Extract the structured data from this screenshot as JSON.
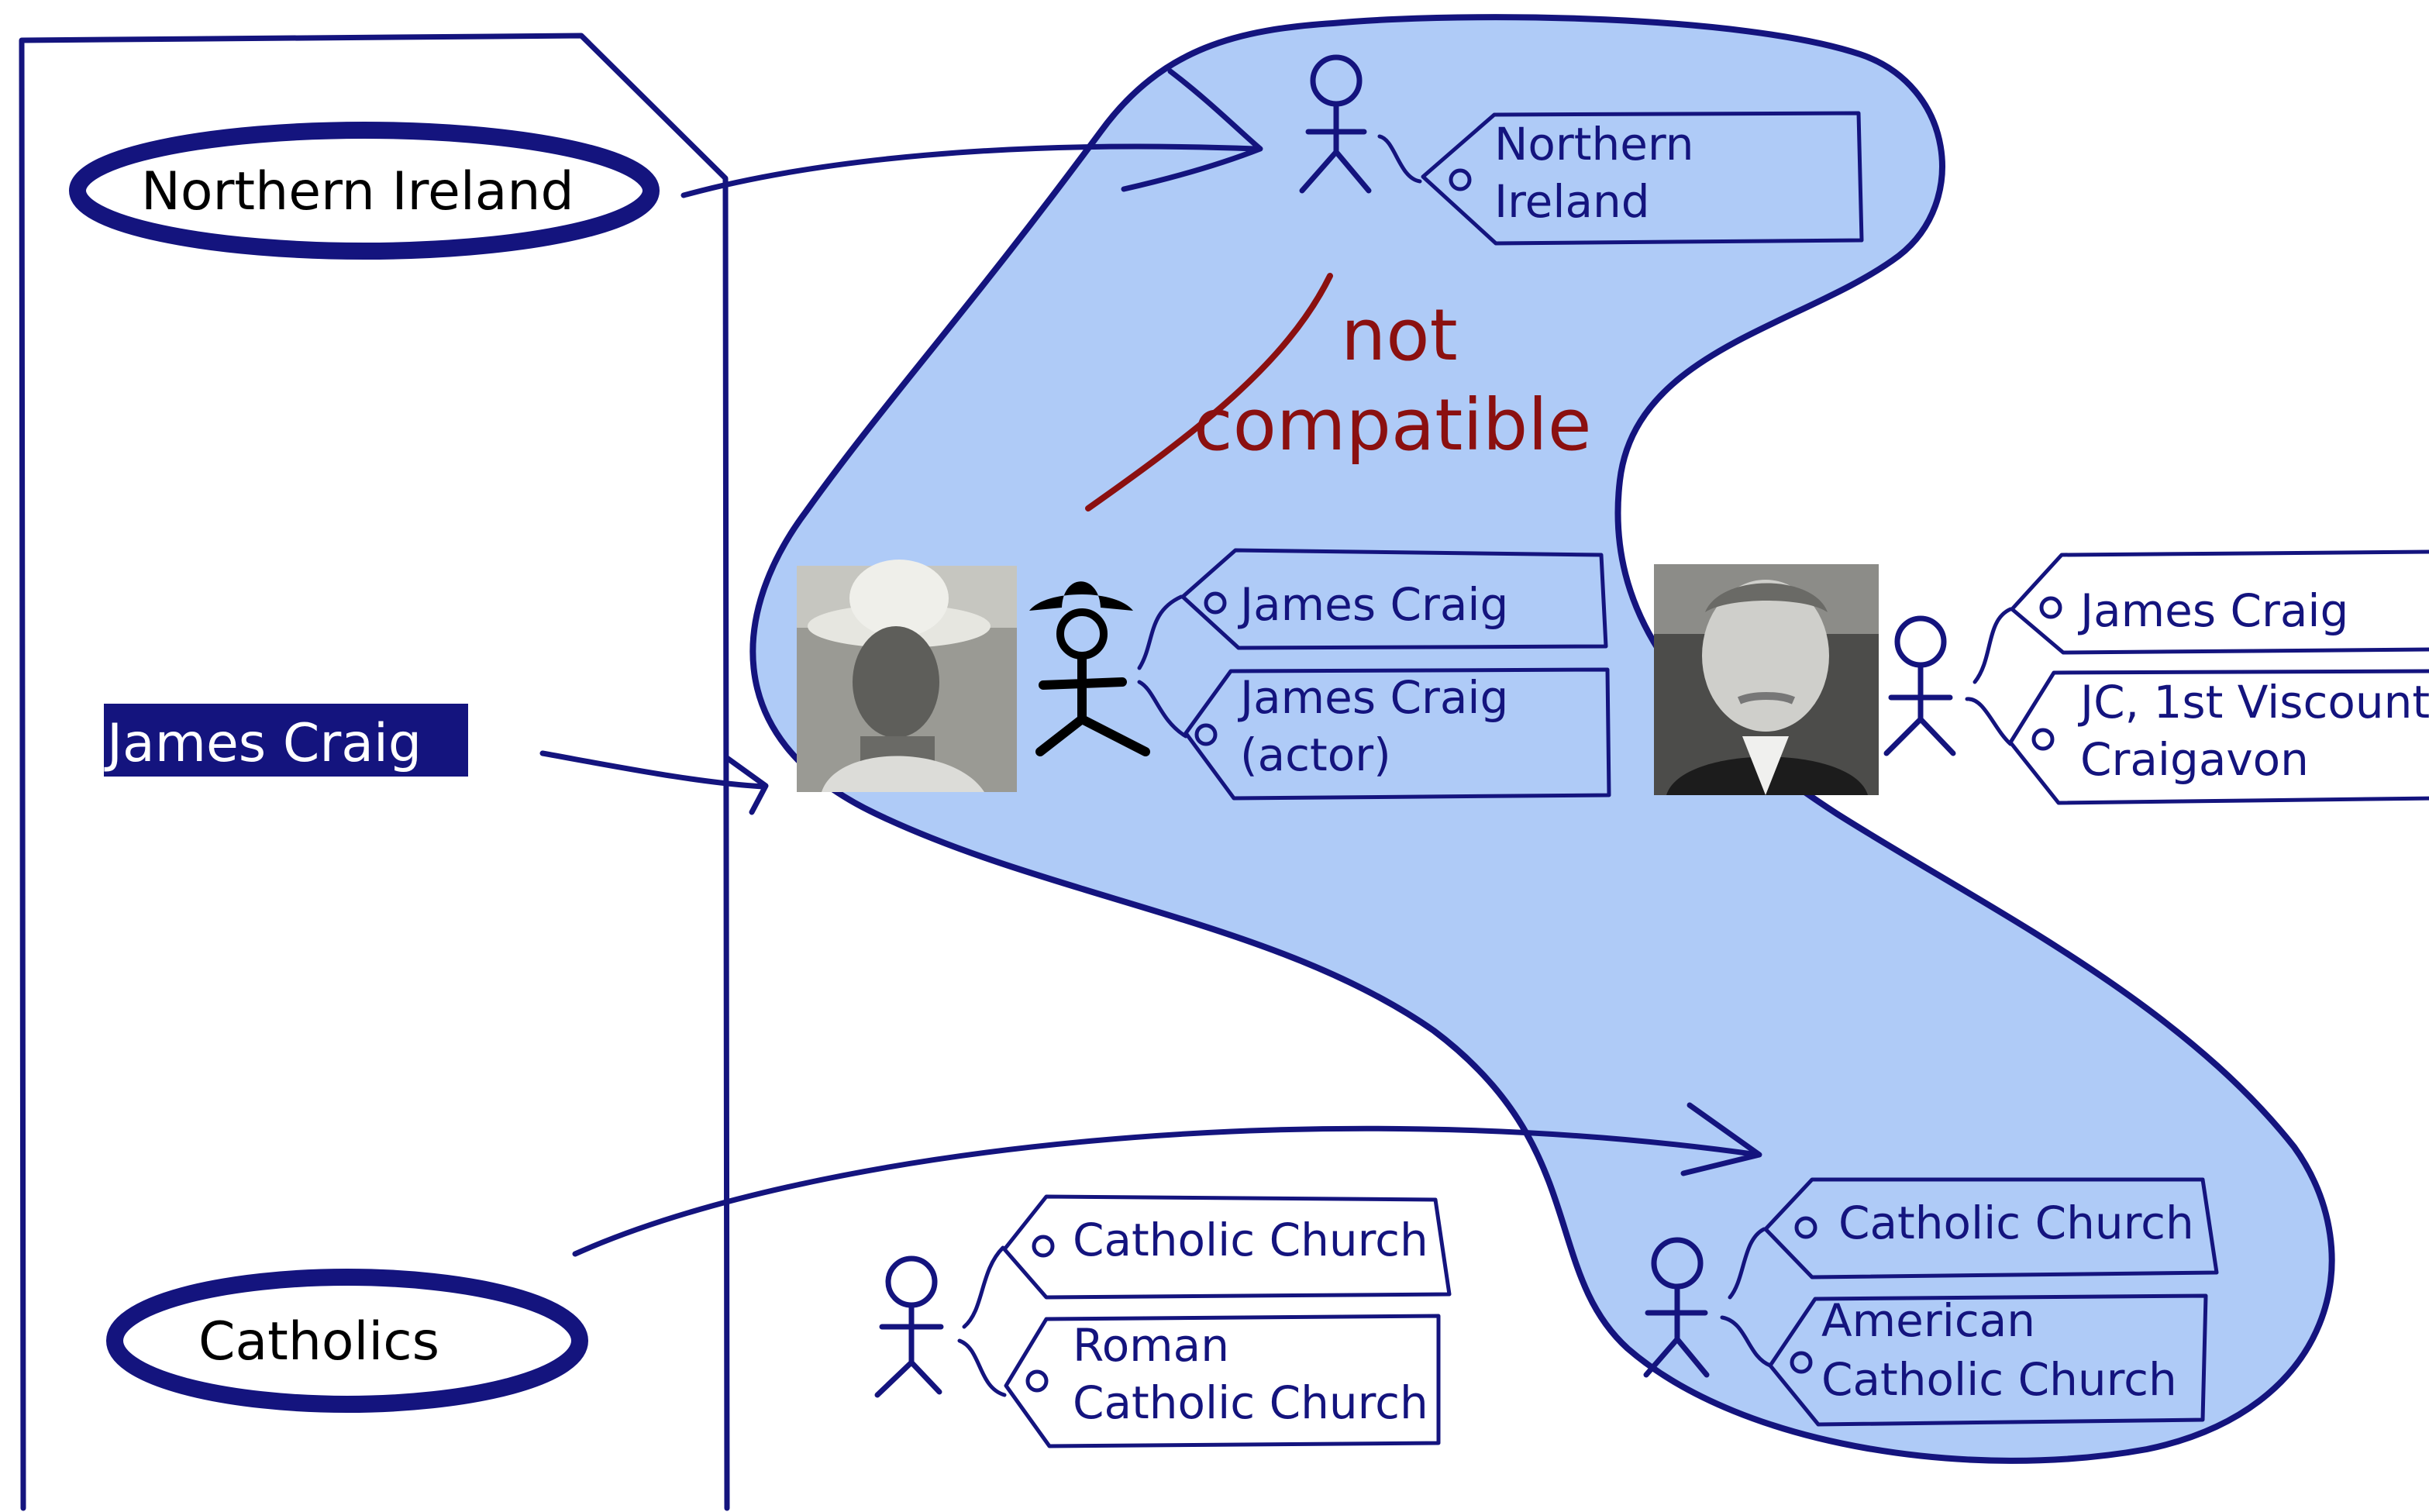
{
  "colors": {
    "ink": "#14147e",
    "blob_fill": "#afcbf7",
    "red": "#8b1010",
    "highlight_bg": "#14147e"
  },
  "document": {
    "mentions": [
      {
        "text": "Northern Ireland",
        "style": "ellipse"
      },
      {
        "text": "James Craig",
        "style": "highlight"
      },
      {
        "text": "Catholics",
        "style": "ellipse"
      }
    ]
  },
  "annotation": {
    "line1": "not",
    "line2": "compatible"
  },
  "entities": {
    "northern_ireland": {
      "tags": [
        [
          "Northern",
          "Ireland"
        ]
      ]
    },
    "james_craig_actor": {
      "photo": "actor-photo",
      "icon": "cowboy-stick-figure-icon",
      "tags": [
        [
          "James Craig"
        ],
        [
          "James Craig",
          "(actor)"
        ]
      ]
    },
    "james_craig_viscount": {
      "photo": "viscount-photo",
      "icon": "stick-figure-icon",
      "tags": [
        [
          "James Craig"
        ],
        [
          "JC, 1st Viscount",
          "Craigavon"
        ]
      ]
    },
    "catholic_church": {
      "tags": [
        [
          "Catholic Church"
        ],
        [
          "Roman",
          "Catholic Church"
        ]
      ]
    },
    "american_catholic_church": {
      "tags": [
        [
          "Catholic Church"
        ],
        [
          "American",
          "Catholic Church"
        ]
      ]
    }
  }
}
